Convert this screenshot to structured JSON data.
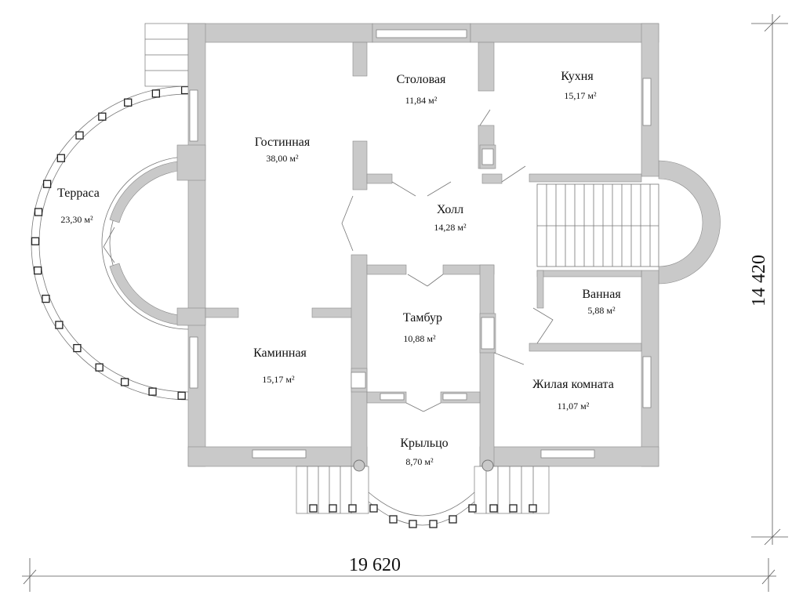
{
  "rooms": [
    {
      "name": "Столовая",
      "area": "11,84 м²"
    },
    {
      "name": "Кухня",
      "area": "15,17 м²"
    },
    {
      "name": "Гостинная",
      "area": "38,00 м²"
    },
    {
      "name": "Терраса",
      "area": "23,30 м²"
    },
    {
      "name": "Холл",
      "area": "14,28 м²"
    },
    {
      "name": "Ванная",
      "area": "5,88 м²"
    },
    {
      "name": "Тамбур",
      "area": "10,88 м²"
    },
    {
      "name": "Каминная",
      "area": "15,17 м²"
    },
    {
      "name": "Жилая комната",
      "area": "11,07 м²"
    },
    {
      "name": "Крыльцо",
      "area": "8,70 м²"
    }
  ],
  "dimensions": {
    "width": "19 620",
    "height": "14 420"
  }
}
